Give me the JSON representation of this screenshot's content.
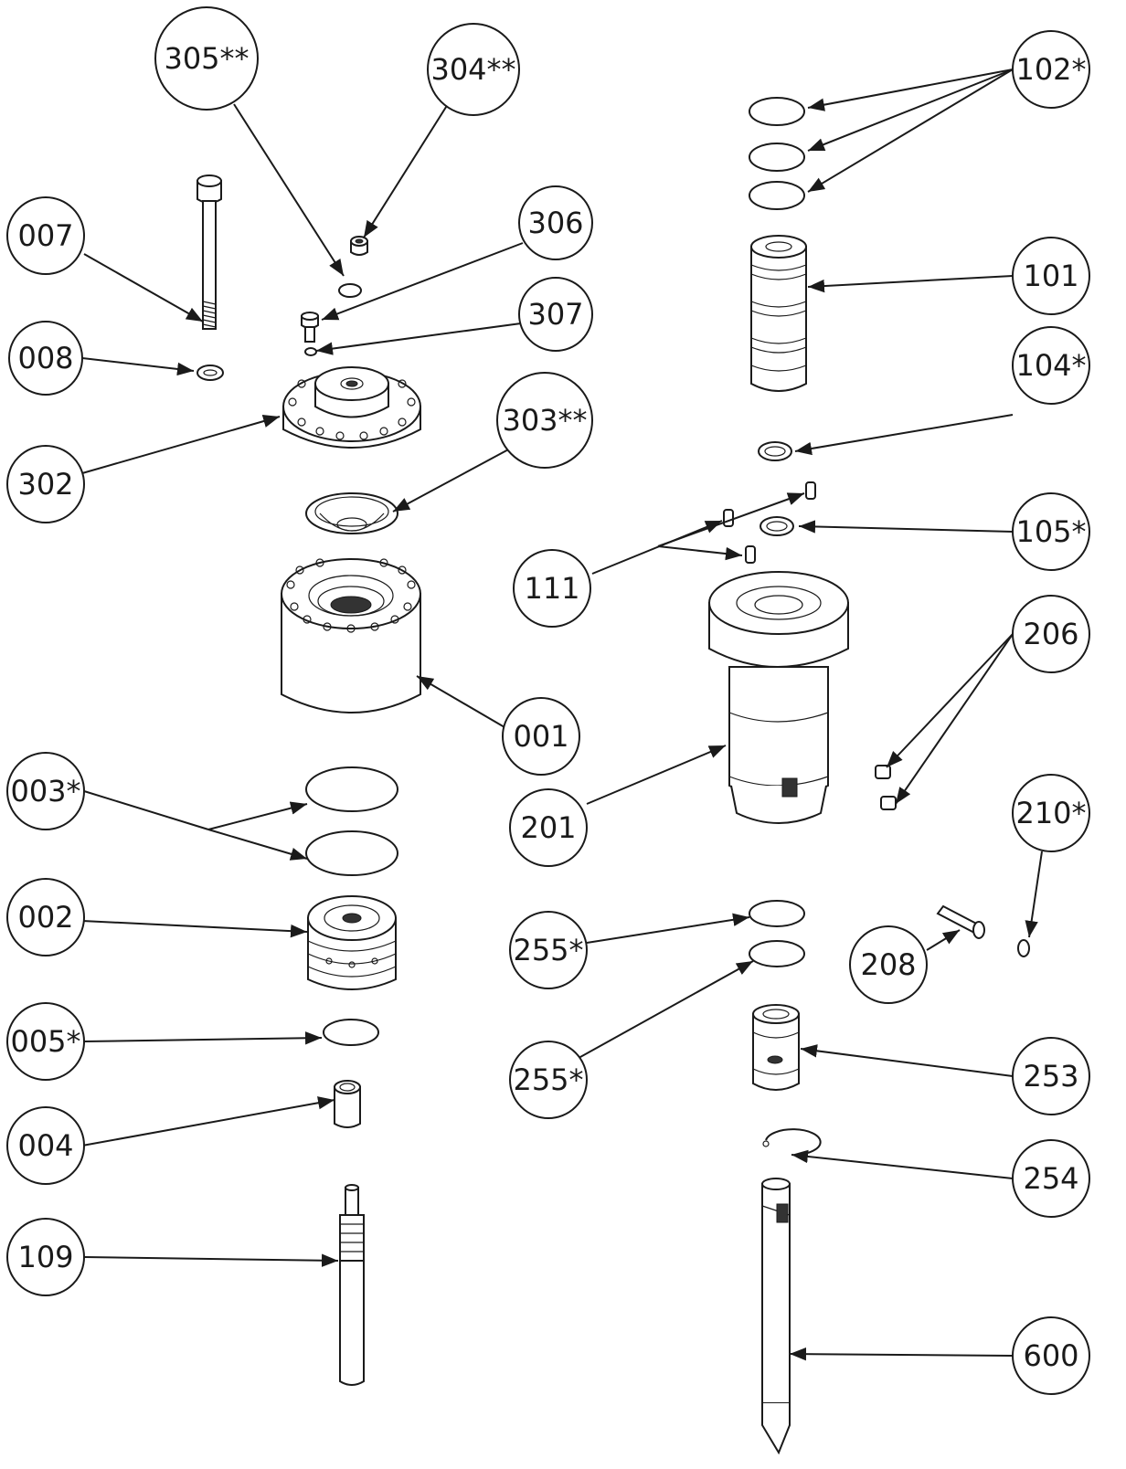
{
  "callouts": [
    {
      "id": "c305",
      "label": "305**"
    },
    {
      "id": "c304",
      "label": "304**"
    },
    {
      "id": "c102",
      "label": "102*"
    },
    {
      "id": "c007",
      "label": "007"
    },
    {
      "id": "c306",
      "label": "306"
    },
    {
      "id": "c101",
      "label": "101"
    },
    {
      "id": "c008",
      "label": "008"
    },
    {
      "id": "c307",
      "label": "307"
    },
    {
      "id": "c104",
      "label": "104*"
    },
    {
      "id": "c302",
      "label": "302"
    },
    {
      "id": "c303",
      "label": "303**"
    },
    {
      "id": "c105",
      "label": "105*"
    },
    {
      "id": "c111",
      "label": "111"
    },
    {
      "id": "c206",
      "label": "206"
    },
    {
      "id": "c001",
      "label": "001"
    },
    {
      "id": "c003",
      "label": "003*"
    },
    {
      "id": "c201",
      "label": "201"
    },
    {
      "id": "c210",
      "label": "210*"
    },
    {
      "id": "c002",
      "label": "002"
    },
    {
      "id": "c255a",
      "label": "255*"
    },
    {
      "id": "c208",
      "label": "208"
    },
    {
      "id": "c005",
      "label": "005*"
    },
    {
      "id": "c255b",
      "label": "255*"
    },
    {
      "id": "c253",
      "label": "253"
    },
    {
      "id": "c004",
      "label": "004"
    },
    {
      "id": "c254",
      "label": "254"
    },
    {
      "id": "c109",
      "label": "109"
    },
    {
      "id": "c600",
      "label": "600"
    }
  ]
}
